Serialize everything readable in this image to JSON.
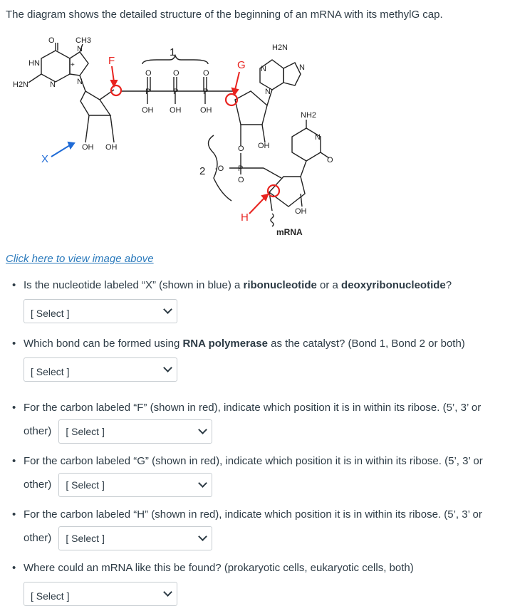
{
  "intro": "The diagram shows the detailed structure of the beginning of an mRNA with its methylG cap.",
  "diagram": {
    "labels": {
      "F": "F",
      "G": "G",
      "H": "H",
      "X": "X",
      "bond1": "1",
      "bond2": "2",
      "mrna": "mRNA",
      "ch3": "CH3",
      "h2n_left": "H2N",
      "hn": "HN",
      "h2n_top": "H2N",
      "nh2": "NH2",
      "oh": "OH",
      "o": "O",
      "p": "P",
      "n": "N",
      "plus": "+",
      "o_minus": "-O"
    },
    "colors": {
      "red": "#e8231f",
      "blue": "#1f6bd6",
      "ink": "#222222"
    }
  },
  "link_text": "Click here to view image above",
  "questions": [
    {
      "parts": [
        {
          "t": "Is the nucleotide labeled “X” (shown in blue) a "
        },
        {
          "b": "ribonucleotide"
        },
        {
          "t": " or a "
        },
        {
          "b": "deoxyribonucleotide"
        },
        {
          "t": "?"
        }
      ],
      "select": "[ Select ]"
    },
    {
      "parts": [
        {
          "t": "Which bond can be formed using "
        },
        {
          "b": "RNA polymerase"
        },
        {
          "t": " as the catalyst? (Bond 1, Bond 2 or both)"
        }
      ],
      "select": "[ Select ]"
    },
    {
      "text": "For the carbon labeled “F” (shown in red), indicate which position it is in within its ribose. (5’, 3’ or other)",
      "select": "[ Select ]"
    },
    {
      "text": "For the carbon labeled “G” (shown in red), indicate which position it is in within its ribose. (5’, 3’ or other)",
      "select": "[ Select ]"
    },
    {
      "text": "For the carbon labeled “H” (shown in red), indicate which position it is in within its ribose. (5’, 3’ or other)",
      "select": "[ Select ]"
    },
    {
      "text": "Where could an mRNA like this be found? (prokaryotic cells, eukaryotic cells, both)",
      "select": "[ Select ]"
    }
  ]
}
